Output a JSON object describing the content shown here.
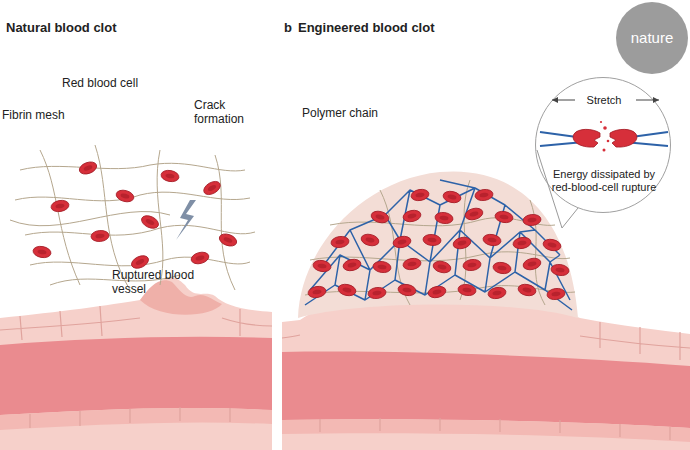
{
  "diagram": {
    "nodes": [
      {
        "text": [
          "nature"
        ]
      },
      {
        "text": [
          "Stretch",
          "Energy dissipated by red-blood-cell rupture"
        ]
      }
    ],
    "labels": [
      "Natural blood clot",
      "Red blood cell",
      "Fibrin mesh",
      "Crack formation",
      "Ruptured blood vessel",
      "b",
      "Engineered blood clot",
      "Polymer chain"
    ]
  }
}
